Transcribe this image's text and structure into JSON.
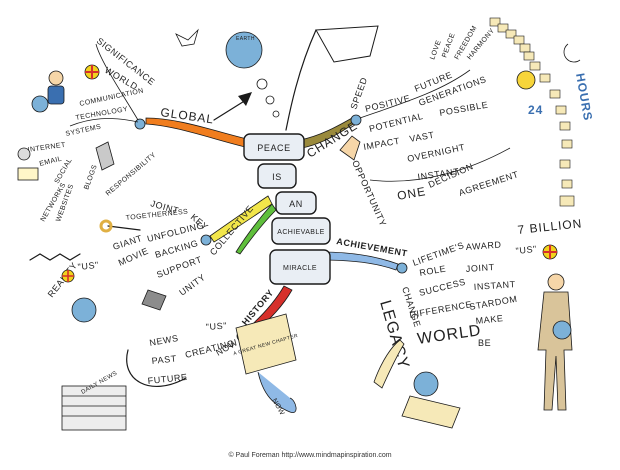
{
  "center": {
    "words": [
      "PEACE",
      "IS",
      "AN",
      "ACHIEVABLE",
      "MIRACLE"
    ]
  },
  "global": {
    "main": "GLOBAL",
    "sub": {
      "significance": "SIGNIFICANCE",
      "world": "WORLD",
      "technology": "TECHNOLOGY",
      "communication": "COMMUNICATION",
      "internet": "INTERNET",
      "systems": "SYSTEMS",
      "email": "EMAIL",
      "social": "SOCIAL",
      "networks": "NETWORKS",
      "websites": "WEBSITES",
      "blogs": "BLOGS",
      "responsibility": "RESPONSIBILITY"
    }
  },
  "change": {
    "main": "CHANGE",
    "sub": {
      "speed": "SPEED",
      "positive": "POSITIVE",
      "future": "FUTURE",
      "love": "LOVE",
      "peace": "PEACE",
      "freedom": "FREEDOM",
      "harmony": "HARMONY",
      "generations": "GENERATIONS",
      "potential": "POTENTIAL",
      "possible": "POSSIBLE",
      "impact": "IMPACT",
      "vast": "VAST",
      "overnight": "OVERNIGHT",
      "instant": "INSTANT",
      "opportunity": "OPPORTUNITY",
      "one": "ONE",
      "decision": "DECISION",
      "agreement": "AGREEMENT",
      "hours_num": "24",
      "hours": "HOURS"
    }
  },
  "collective": {
    "main": "COLLECTIVE",
    "sub": {
      "joint": "JOINT",
      "key": "KEY",
      "togetherness": "TOGETHERNESS",
      "giant": "GIANT",
      "unfolding": "UNFOLDING",
      "movie": "MOVIE",
      "backing": "BACKING",
      "us": "\"US\"",
      "support": "SUPPORT",
      "reality": "REALITY",
      "unity": "UNITY"
    }
  },
  "achievement": {
    "main": "ACHIEVEMENT",
    "sub": {
      "lifetimes": "LIFETIME'S",
      "award": "AWARD",
      "billion": "7 BILLION",
      "us": "\"US\"",
      "role": "ROLE",
      "joint": "JOINT",
      "success": "SUCCESS",
      "instant": "INSTANT",
      "stardom": "STARDOM",
      "difference": "DIFFERENCE",
      "make": "MAKE",
      "be": "BE",
      "change": "CHANGE",
      "world": "WORLD",
      "legacy": "LEGACY"
    }
  },
  "history": {
    "main": "HISTORY",
    "sub": {
      "now": "NOW",
      "creating": "CREATING",
      "us": "\"US\"",
      "news": "NEWS",
      "past": "PAST",
      "future": "FUTURE",
      "book": "A GREAT NEW CHAPTER",
      "newspaper": "DAILY NEWS",
      "scroll": "NOW"
    }
  },
  "doodles": {
    "globe_label": "EARTH"
  },
  "credit": "© Paul Foreman http://www.mindmapinspiration.com",
  "colors": {
    "global": "#f07d1e",
    "change": "#9a8a3c",
    "collective": "#f2e64a",
    "achievement": "#8fb9e6",
    "history": "#d6302b",
    "green": "#5fbf3c"
  }
}
